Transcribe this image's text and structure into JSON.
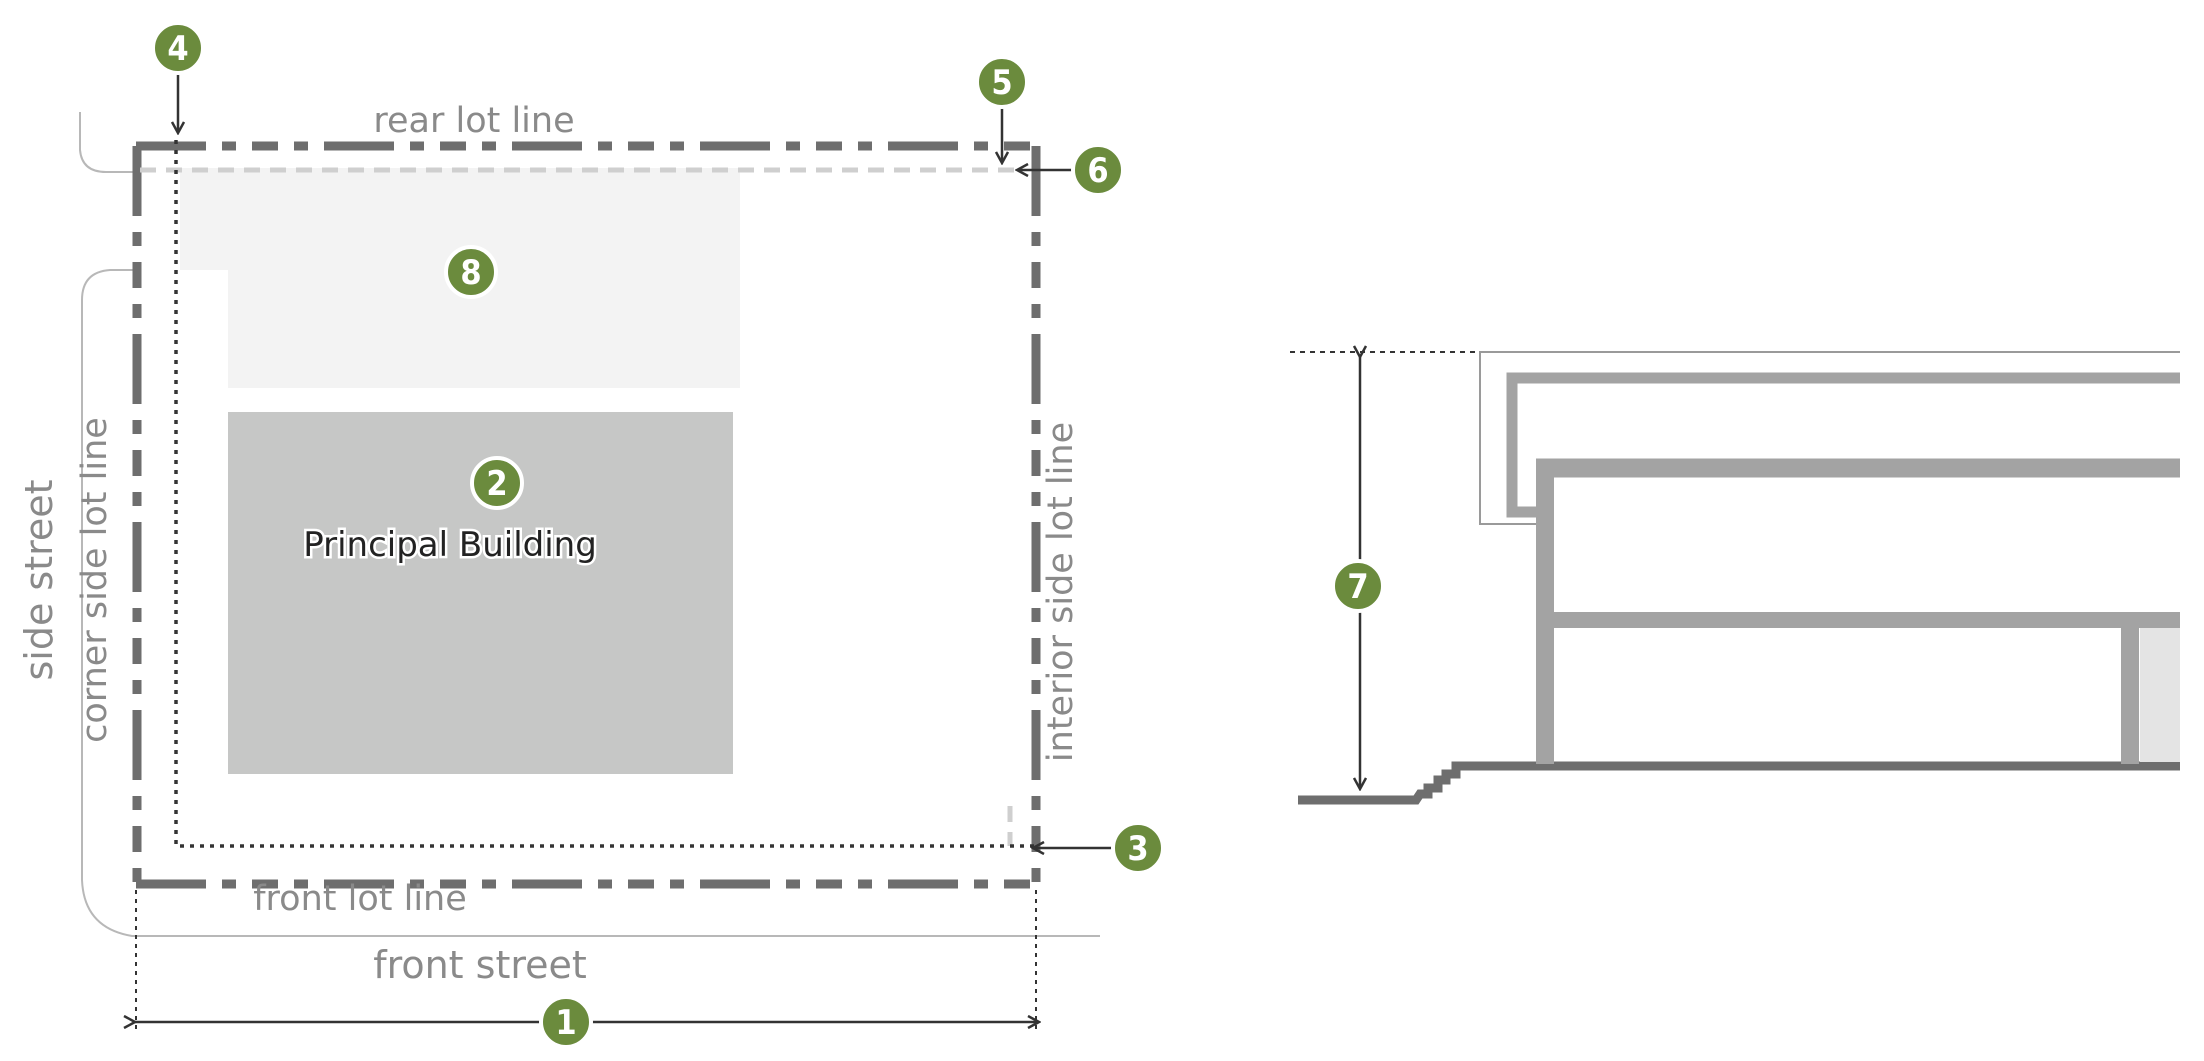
{
  "labels": {
    "rear_lot_line": "rear lot line",
    "front_lot_line": "front lot line",
    "front_street": "front street",
    "side_street": "side street",
    "corner_side_lot_line": "corner side lot line",
    "interior_side_lot_line": "interior side lot line",
    "principal_building": "Principal Building"
  },
  "badges": {
    "b1": "1",
    "b2": "2",
    "b3": "3",
    "b4": "4",
    "b5": "5",
    "b6": "6",
    "b7": "7",
    "b8": "8"
  },
  "colors": {
    "badge": "#6b8b3d",
    "building": "#c6c7c6",
    "accessory_area": "#f3f3f3",
    "lot_line": "#6e6e6e",
    "structure": "#a3a3a3"
  }
}
